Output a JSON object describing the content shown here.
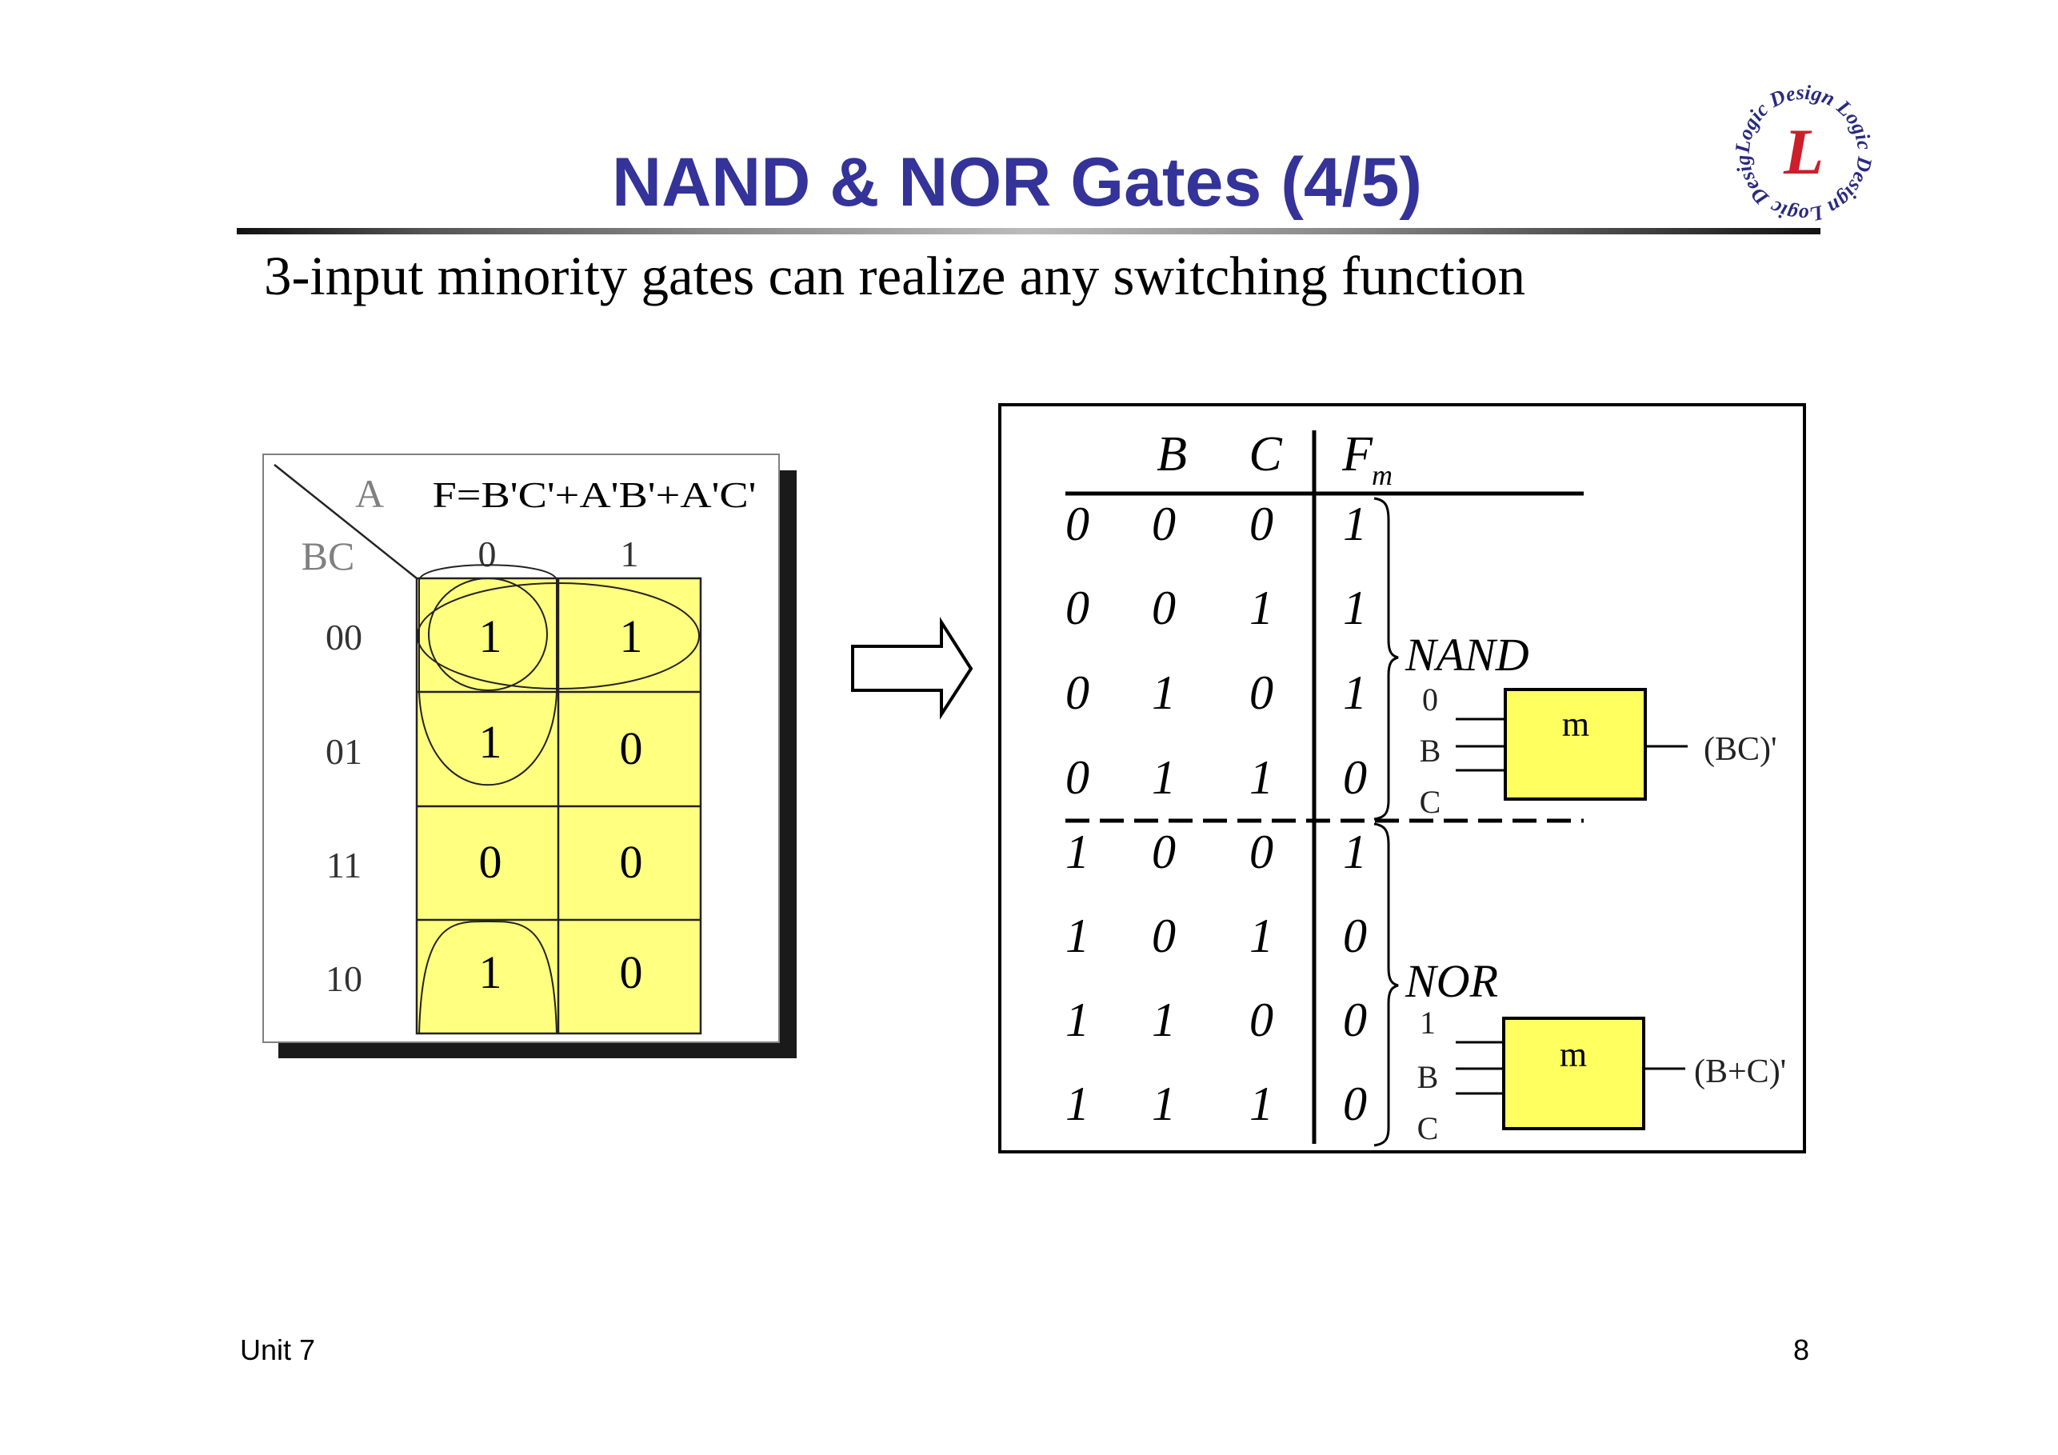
{
  "slide": {
    "title": "NAND & NOR Gates (4/5)",
    "subtitle": "3-input minority gates can realize any switching function",
    "logo": {
      "icon": "logic-design-logo",
      "letter": "L",
      "ring_text": "Logic Design Logic Design Logic Design",
      "letter_color": "#cc1f2a",
      "ring_color": "#2a2a80"
    },
    "footer": {
      "left": "Unit 7",
      "page_number": "8"
    },
    "title_color": "#333399"
  },
  "kmap": {
    "corner_row_var": "BC",
    "corner_col_var": "A",
    "function": "F=B'C'+A'B'+A'C'",
    "col_headers": [
      "0",
      "1"
    ],
    "row_headers": [
      "00",
      "01",
      "11",
      "10"
    ],
    "cells": [
      [
        "1",
        "1"
      ],
      [
        "1",
        "0"
      ],
      [
        "0",
        "0"
      ],
      [
        "1",
        "0"
      ]
    ],
    "groupings": [
      "B'C' (row 00, both columns)",
      "A'B' (column 0, rows 00-01)",
      "A'C' (column 0, rows 00 and 10, wrap-around)"
    ],
    "cell_color": "#ffff80"
  },
  "arrow": {
    "icon": "right-arrow-icon"
  },
  "truth_table": {
    "headers": [
      "",
      "B",
      "C",
      "F",
      "m"
    ],
    "header_main": {
      "b": "B",
      "c": "C",
      "f": "F",
      "f_sub": "m"
    },
    "rows": [
      [
        "0",
        "0",
        "0",
        "1"
      ],
      [
        "0",
        "0",
        "1",
        "1"
      ],
      [
        "0",
        "1",
        "0",
        "1"
      ],
      [
        "0",
        "1",
        "1",
        "0"
      ],
      [
        "1",
        "0",
        "0",
        "1"
      ],
      [
        "1",
        "0",
        "1",
        "0"
      ],
      [
        "1",
        "1",
        "0",
        "0"
      ],
      [
        "1",
        "1",
        "1",
        "0"
      ]
    ],
    "groups": [
      {
        "label": "NAND",
        "gate_label": "m",
        "inputs": [
          "0",
          "B",
          "C"
        ],
        "output": "(BC)'"
      },
      {
        "label": "NOR",
        "gate_label": "m",
        "inputs": [
          "1",
          "B",
          "C"
        ],
        "output": "(B+C)'"
      }
    ],
    "gate_color": "#ffff60"
  }
}
